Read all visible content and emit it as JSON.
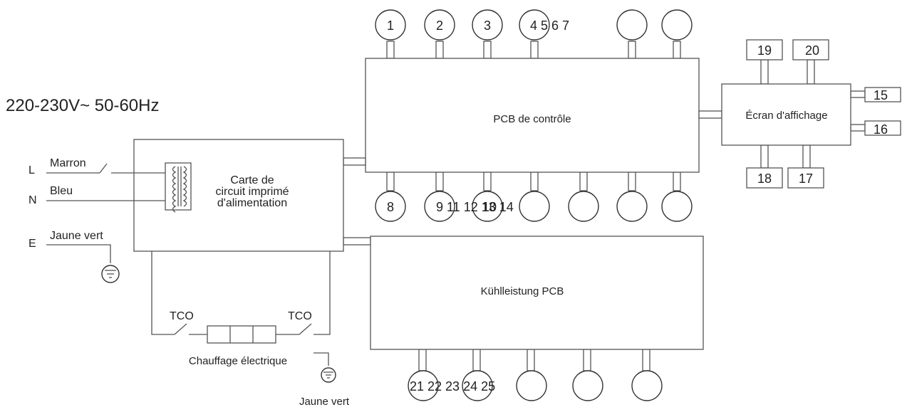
{
  "voltage": "220-230V~  50-60Hz",
  "control_pcb": {
    "label": "PCB de contrôle",
    "top_labels": [
      "1",
      "2",
      "3",
      "4 5 6 7",
      "",
      ""
    ],
    "bottom_labels": [
      "8",
      "9 11 12 13 14",
      "",
      "",
      "",
      ""
    ],
    "overlap_label": "10"
  },
  "display": {
    "label": "Écran d'affichage",
    "top": [
      "19",
      "20"
    ],
    "right": [
      "15",
      "16"
    ],
    "bottom": [
      "18",
      "17"
    ]
  },
  "power_pcb": {
    "label_lines": [
      "Carte de",
      "circuit imprimé",
      "d'alimentation"
    ]
  },
  "cooling_pcb": {
    "label": "Kühlleistung PCB",
    "bottom_labels": [
      "21 22 23 24 25",
      "",
      "",
      "",
      "",
      ""
    ]
  },
  "mains": {
    "L": {
      "letter": "L",
      "color": "Marron"
    },
    "N": {
      "letter": "N",
      "color": "Bleu"
    },
    "E": {
      "letter": "E",
      "color": "Jaune vert"
    }
  },
  "heater": {
    "tco_left": "TCO",
    "tco_right": "TCO",
    "label": "Chauffage électrique",
    "ground_label": "Jaune vert"
  }
}
